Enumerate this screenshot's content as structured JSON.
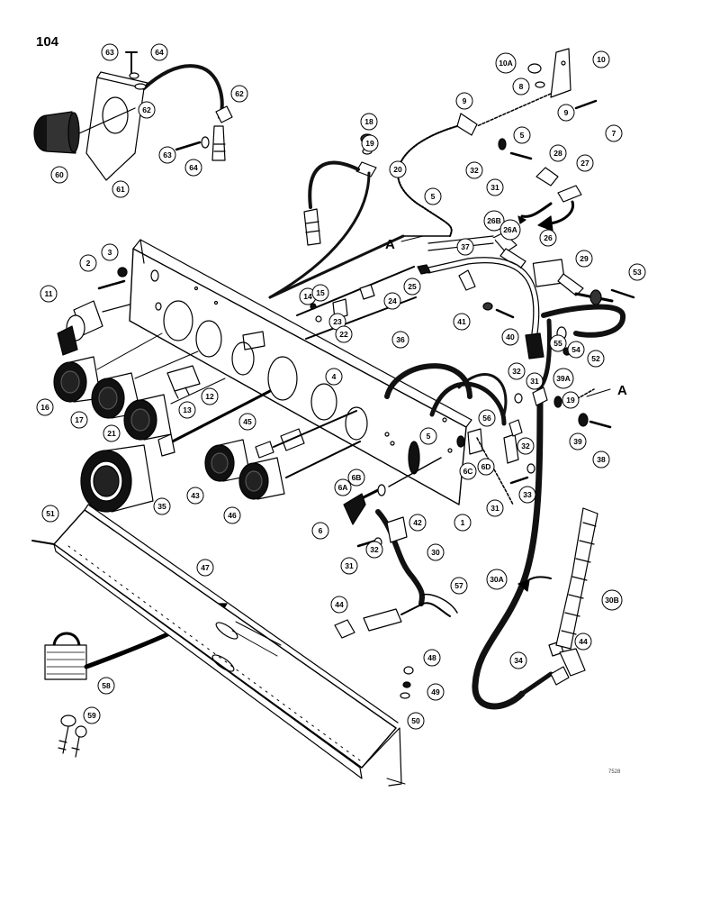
{
  "page": {
    "number": "104",
    "code": "7528"
  },
  "section_markers": {
    "left": "A",
    "right": "A"
  },
  "callouts": [
    {
      "id": "63a",
      "label": "63"
    },
    {
      "id": "64a",
      "label": "64"
    },
    {
      "id": "62a",
      "label": "62"
    },
    {
      "id": "62b",
      "label": "62"
    },
    {
      "id": "60",
      "label": "60"
    },
    {
      "id": "61",
      "label": "61"
    },
    {
      "id": "63b",
      "label": "63"
    },
    {
      "id": "64b",
      "label": "64"
    },
    {
      "id": "18",
      "label": "18"
    },
    {
      "id": "19a",
      "label": "19"
    },
    {
      "id": "20",
      "label": "20"
    },
    {
      "id": "10A",
      "label": "10A"
    },
    {
      "id": "10",
      "label": "10"
    },
    {
      "id": "8",
      "label": "8"
    },
    {
      "id": "9a",
      "label": "9"
    },
    {
      "id": "9b",
      "label": "9"
    },
    {
      "id": "7",
      "label": "7"
    },
    {
      "id": "5a",
      "label": "5"
    },
    {
      "id": "32a",
      "label": "32"
    },
    {
      "id": "31a",
      "label": "31"
    },
    {
      "id": "28",
      "label": "28"
    },
    {
      "id": "27",
      "label": "27"
    },
    {
      "id": "5b",
      "label": "5"
    },
    {
      "id": "26B",
      "label": "26B"
    },
    {
      "id": "26A",
      "label": "26A"
    },
    {
      "id": "26",
      "label": "26"
    },
    {
      "id": "37",
      "label": "37"
    },
    {
      "id": "29",
      "label": "29"
    },
    {
      "id": "53",
      "label": "53"
    },
    {
      "id": "2",
      "label": "2"
    },
    {
      "id": "3",
      "label": "3"
    },
    {
      "id": "11",
      "label": "11"
    },
    {
      "id": "14",
      "label": "14"
    },
    {
      "id": "15",
      "label": "15"
    },
    {
      "id": "25",
      "label": "25"
    },
    {
      "id": "24",
      "label": "24"
    },
    {
      "id": "23",
      "label": "23"
    },
    {
      "id": "22",
      "label": "22"
    },
    {
      "id": "41",
      "label": "41"
    },
    {
      "id": "40",
      "label": "40"
    },
    {
      "id": "36",
      "label": "36"
    },
    {
      "id": "55",
      "label": "55"
    },
    {
      "id": "54",
      "label": "54"
    },
    {
      "id": "52",
      "label": "52"
    },
    {
      "id": "16",
      "label": "16"
    },
    {
      "id": "17",
      "label": "17"
    },
    {
      "id": "21",
      "label": "21"
    },
    {
      "id": "12",
      "label": "12"
    },
    {
      "id": "13",
      "label": "13"
    },
    {
      "id": "4",
      "label": "4"
    },
    {
      "id": "32b",
      "label": "32"
    },
    {
      "id": "31b",
      "label": "31"
    },
    {
      "id": "39A",
      "label": "39A"
    },
    {
      "id": "19b",
      "label": "19"
    },
    {
      "id": "56",
      "label": "56"
    },
    {
      "id": "5c",
      "label": "5"
    },
    {
      "id": "6C",
      "label": "6C"
    },
    {
      "id": "6D",
      "label": "6D"
    },
    {
      "id": "39",
      "label": "39"
    },
    {
      "id": "38",
      "label": "38"
    },
    {
      "id": "45",
      "label": "45"
    },
    {
      "id": "32c",
      "label": "32"
    },
    {
      "id": "33",
      "label": "33"
    },
    {
      "id": "31c",
      "label": "31"
    },
    {
      "id": "6B",
      "label": "6B"
    },
    {
      "id": "6A",
      "label": "6A"
    },
    {
      "id": "35",
      "label": "35"
    },
    {
      "id": "43",
      "label": "43"
    },
    {
      "id": "46",
      "label": "46"
    },
    {
      "id": "6",
      "label": "6"
    },
    {
      "id": "1",
      "label": "1"
    },
    {
      "id": "42",
      "label": "42"
    },
    {
      "id": "51",
      "label": "51"
    },
    {
      "id": "47",
      "label": "47"
    },
    {
      "id": "31d",
      "label": "31"
    },
    {
      "id": "32d",
      "label": "32"
    },
    {
      "id": "30",
      "label": "30"
    },
    {
      "id": "30A",
      "label": "30A"
    },
    {
      "id": "30B",
      "label": "30B"
    },
    {
      "id": "57",
      "label": "57"
    },
    {
      "id": "44a",
      "label": "44"
    },
    {
      "id": "34",
      "label": "34"
    },
    {
      "id": "44b",
      "label": "44"
    },
    {
      "id": "58",
      "label": "58"
    },
    {
      "id": "48",
      "label": "48"
    },
    {
      "id": "49",
      "label": "49"
    },
    {
      "id": "50",
      "label": "50"
    },
    {
      "id": "59",
      "label": "59"
    }
  ]
}
